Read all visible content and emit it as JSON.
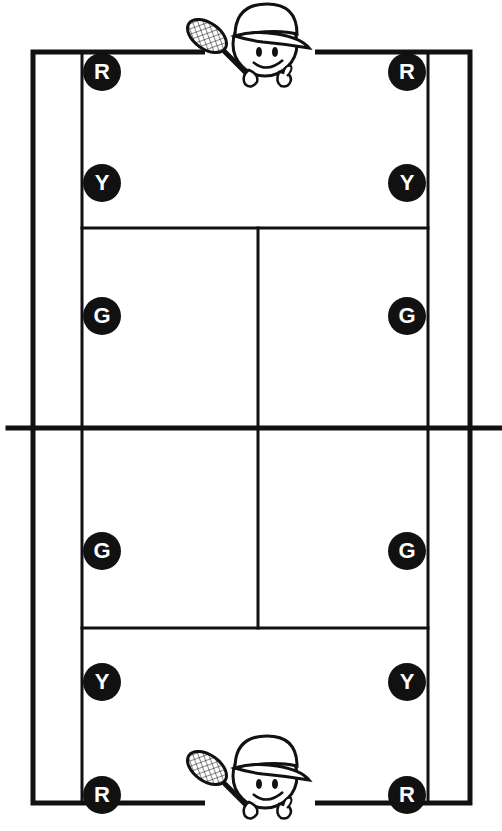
{
  "diagram": {
    "nodes": [
      {
        "text": [
          "R"
        ]
      },
      {
        "text": [
          "R"
        ]
      },
      {
        "text": [
          "Y"
        ]
      },
      {
        "text": [
          "Y"
        ]
      },
      {
        "text": [
          "G"
        ]
      },
      {
        "text": [
          "G"
        ]
      },
      {
        "text": [
          "G"
        ]
      },
      {
        "text": [
          "G"
        ]
      },
      {
        "text": [
          "Y"
        ]
      },
      {
        "text": [
          "Y"
        ]
      },
      {
        "text": [
          "R"
        ]
      },
      {
        "text": [
          "R"
        ]
      }
    ]
  }
}
